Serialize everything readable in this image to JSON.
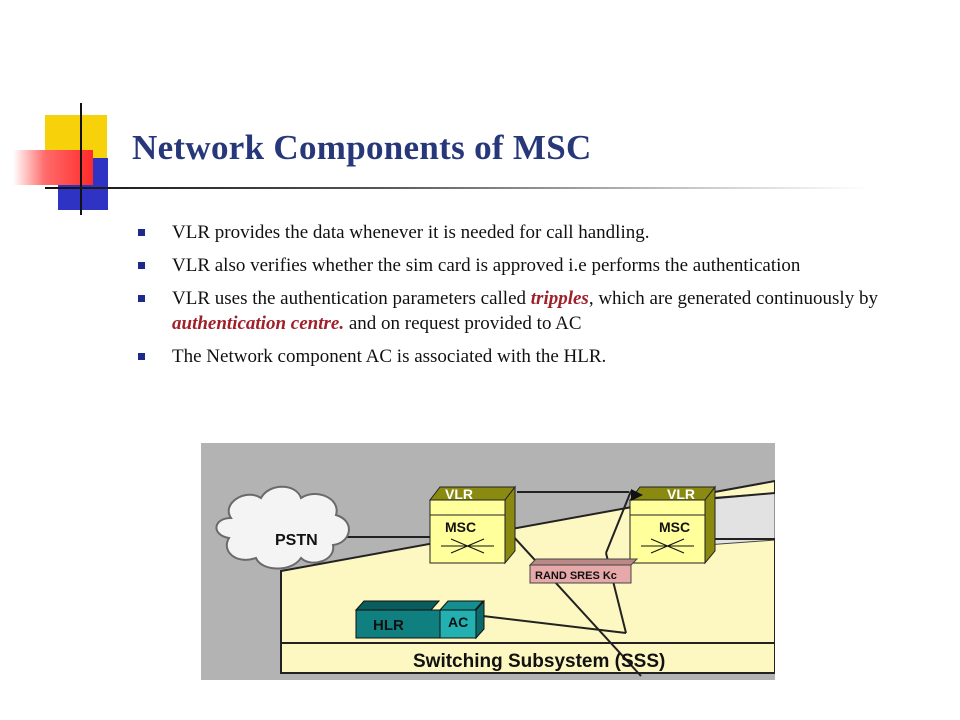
{
  "slide": {
    "title": "Network Components of MSC",
    "bullets": [
      {
        "text": "VLR provides the data whenever it is needed for call handling."
      },
      {
        "text": "VLR also verifies whether the sim card is approved i.e performs the authentication"
      },
      {
        "pre": "VLR uses the authentication parameters called ",
        "em1": "tripples",
        "mid": ", which are generated continuously by ",
        "em2": "authentication centre.",
        "post": " and on request provided to AC"
      },
      {
        "text": "The Network component AC is associated with the HLR."
      }
    ]
  },
  "diagram": {
    "pstn_label": "PSTN",
    "vlr_label": "VLR",
    "msc_label": "MSC",
    "triplet_label": "RAND SRES Kc",
    "hlr_label": "HLR",
    "ac_label": "AC",
    "subsystem_label": "Switching Subsystem (SSS)",
    "colors": {
      "background": "#b3b3b3",
      "platform": "#fdf7c2",
      "box_front": "#ffff9c",
      "box_top": "#8a8a10",
      "hlr_teal": "#0f7f7f",
      "ac_teal": "#23b0b0",
      "triplet_fill": "#e6a8a8"
    }
  }
}
